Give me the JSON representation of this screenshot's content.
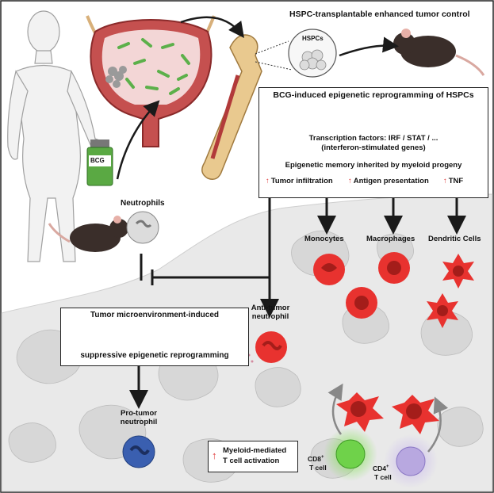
{
  "title_top": "HSPC-transplantable enhanced tumor control",
  "hspc_label": "HSPCs",
  "bcg_label": "BCG",
  "neutrophils_label": "Neutrophils",
  "bcg_box": {
    "title": "BCG-induced epigenetic reprogramming of HSPCs",
    "tf_line1": "Transcription factors: IRF / STAT / ...",
    "tf_line2": "(interferon-stimulated genes)",
    "memory": "Epigenetic memory inherited by myeloid progeny",
    "effects": [
      "Tumor infiltration",
      "Antigen presentation",
      "TNF"
    ]
  },
  "cells": {
    "monocytes": "Monocytes",
    "macrophages": "Macrophages",
    "dendritic": "Dendritic Cells",
    "anti_tumor_1": "Anti-tumor",
    "anti_tumor_2": "neutrophil",
    "pro_tumor_1": "Pro-tumor",
    "pro_tumor_2": "neutrophil",
    "cd8_name": "CD8",
    "cd8_sup": "+",
    "cd8_sub": "T cell",
    "cd4_name": "CD4",
    "cd4_sup": "+",
    "cd4_sub": "T cell"
  },
  "tme_box": {
    "title": "Tumor microenvironment-induced",
    "subtitle": "suppressive epigenetic reprogramming"
  },
  "myeloid_box": {
    "line1": "Myeloid-mediated",
    "line2": "T cell activation"
  },
  "colors": {
    "red_cell": "#e8322f",
    "blue_cell": "#3a5fb0",
    "green_cell": "#6fd24a",
    "purple_cell": "#b8a8e0",
    "arrow_red": "#e03a3a"
  }
}
